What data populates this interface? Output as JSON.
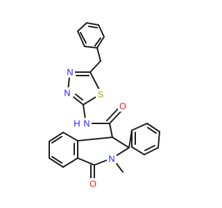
{
  "diagram": {
    "atom_labels": {
      "n1": "N",
      "n2": "N",
      "s": "S",
      "nh": "N",
      "h": "H",
      "o_amide": "O",
      "n_ring": "N",
      "o_lactam": "O"
    },
    "colors": {
      "nitrogen": "#2020ff",
      "sulfur": "#b8a000",
      "oxygen": "#ff1a1a",
      "bond": "#1a1a1a"
    }
  }
}
